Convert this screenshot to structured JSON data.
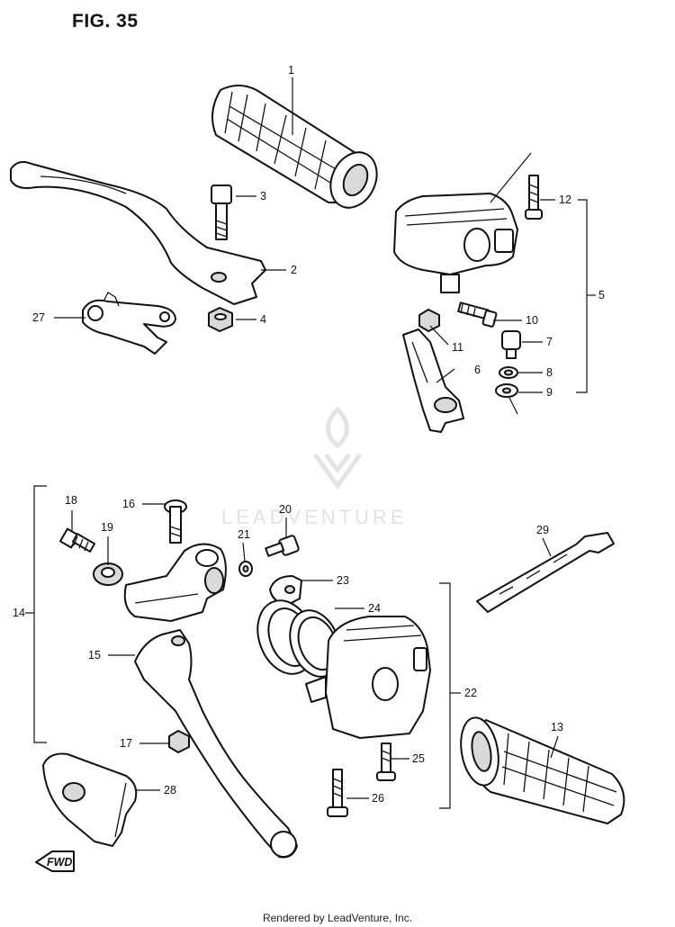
{
  "figure": {
    "title": "FIG. 35"
  },
  "watermark": {
    "text": "LEADVENTURE"
  },
  "footer": {
    "text": "Rendered by LeadVenture, Inc."
  },
  "direction_marker": {
    "icon": "front-arrow-icon",
    "text": "FWD"
  },
  "callouts": {
    "c1": "1",
    "c2": "2",
    "c3": "3",
    "c4": "4",
    "c5": "5",
    "c6": "6",
    "c7": "7",
    "c8": "8",
    "c9": "9",
    "c10": "10",
    "c11": "11",
    "c12": "12",
    "c13": "13",
    "c14": "14",
    "c15": "15",
    "c16": "16",
    "c17": "17",
    "c18": "18",
    "c19": "19",
    "c20": "20",
    "c21": "21",
    "c22": "22",
    "c23": "23",
    "c24": "24",
    "c25": "25",
    "c26": "26",
    "c27": "27",
    "c28": "28",
    "c29": "29"
  },
  "parts": [
    {
      "ref": "1",
      "icon": "handlebar-grip-icon"
    },
    {
      "ref": "2",
      "icon": "brake-lever-icon"
    },
    {
      "ref": "3",
      "icon": "pivot-bolt-icon"
    },
    {
      "ref": "4",
      "icon": "nut-icon"
    },
    {
      "ref": "5",
      "icon": "switch-assembly-bracket-icon"
    },
    {
      "ref": "6",
      "icon": "throttle-lever-icon"
    },
    {
      "ref": "7",
      "icon": "bolt-icon"
    },
    {
      "ref": "8",
      "icon": "washer-icon"
    },
    {
      "ref": "9",
      "icon": "washer-icon"
    },
    {
      "ref": "10",
      "icon": "screw-icon"
    },
    {
      "ref": "11",
      "icon": "nut-icon"
    },
    {
      "ref": "12",
      "icon": "screw-icon"
    },
    {
      "ref": "13",
      "icon": "handlebar-grip-icon"
    },
    {
      "ref": "14",
      "icon": "clutch-lever-assembly-bracket-icon"
    },
    {
      "ref": "15",
      "icon": "clutch-lever-icon"
    },
    {
      "ref": "16",
      "icon": "pivot-bolt-icon"
    },
    {
      "ref": "17",
      "icon": "nut-icon"
    },
    {
      "ref": "18",
      "icon": "adjuster-bolt-icon"
    },
    {
      "ref": "19",
      "icon": "locknut-icon"
    },
    {
      "ref": "20",
      "icon": "bolt-icon"
    },
    {
      "ref": "21",
      "icon": "washer-icon"
    },
    {
      "ref": "22",
      "icon": "handlebar-switch-assembly-bracket-icon"
    },
    {
      "ref": "23",
      "icon": "clamp-icon"
    },
    {
      "ref": "24",
      "icon": "ring-icon"
    },
    {
      "ref": "25",
      "icon": "screw-icon"
    },
    {
      "ref": "26",
      "icon": "screw-icon"
    },
    {
      "ref": "27",
      "icon": "parking-brake-plate-icon"
    },
    {
      "ref": "28",
      "icon": "lever-cover-icon"
    },
    {
      "ref": "29",
      "icon": "cable-tie-icon"
    }
  ]
}
